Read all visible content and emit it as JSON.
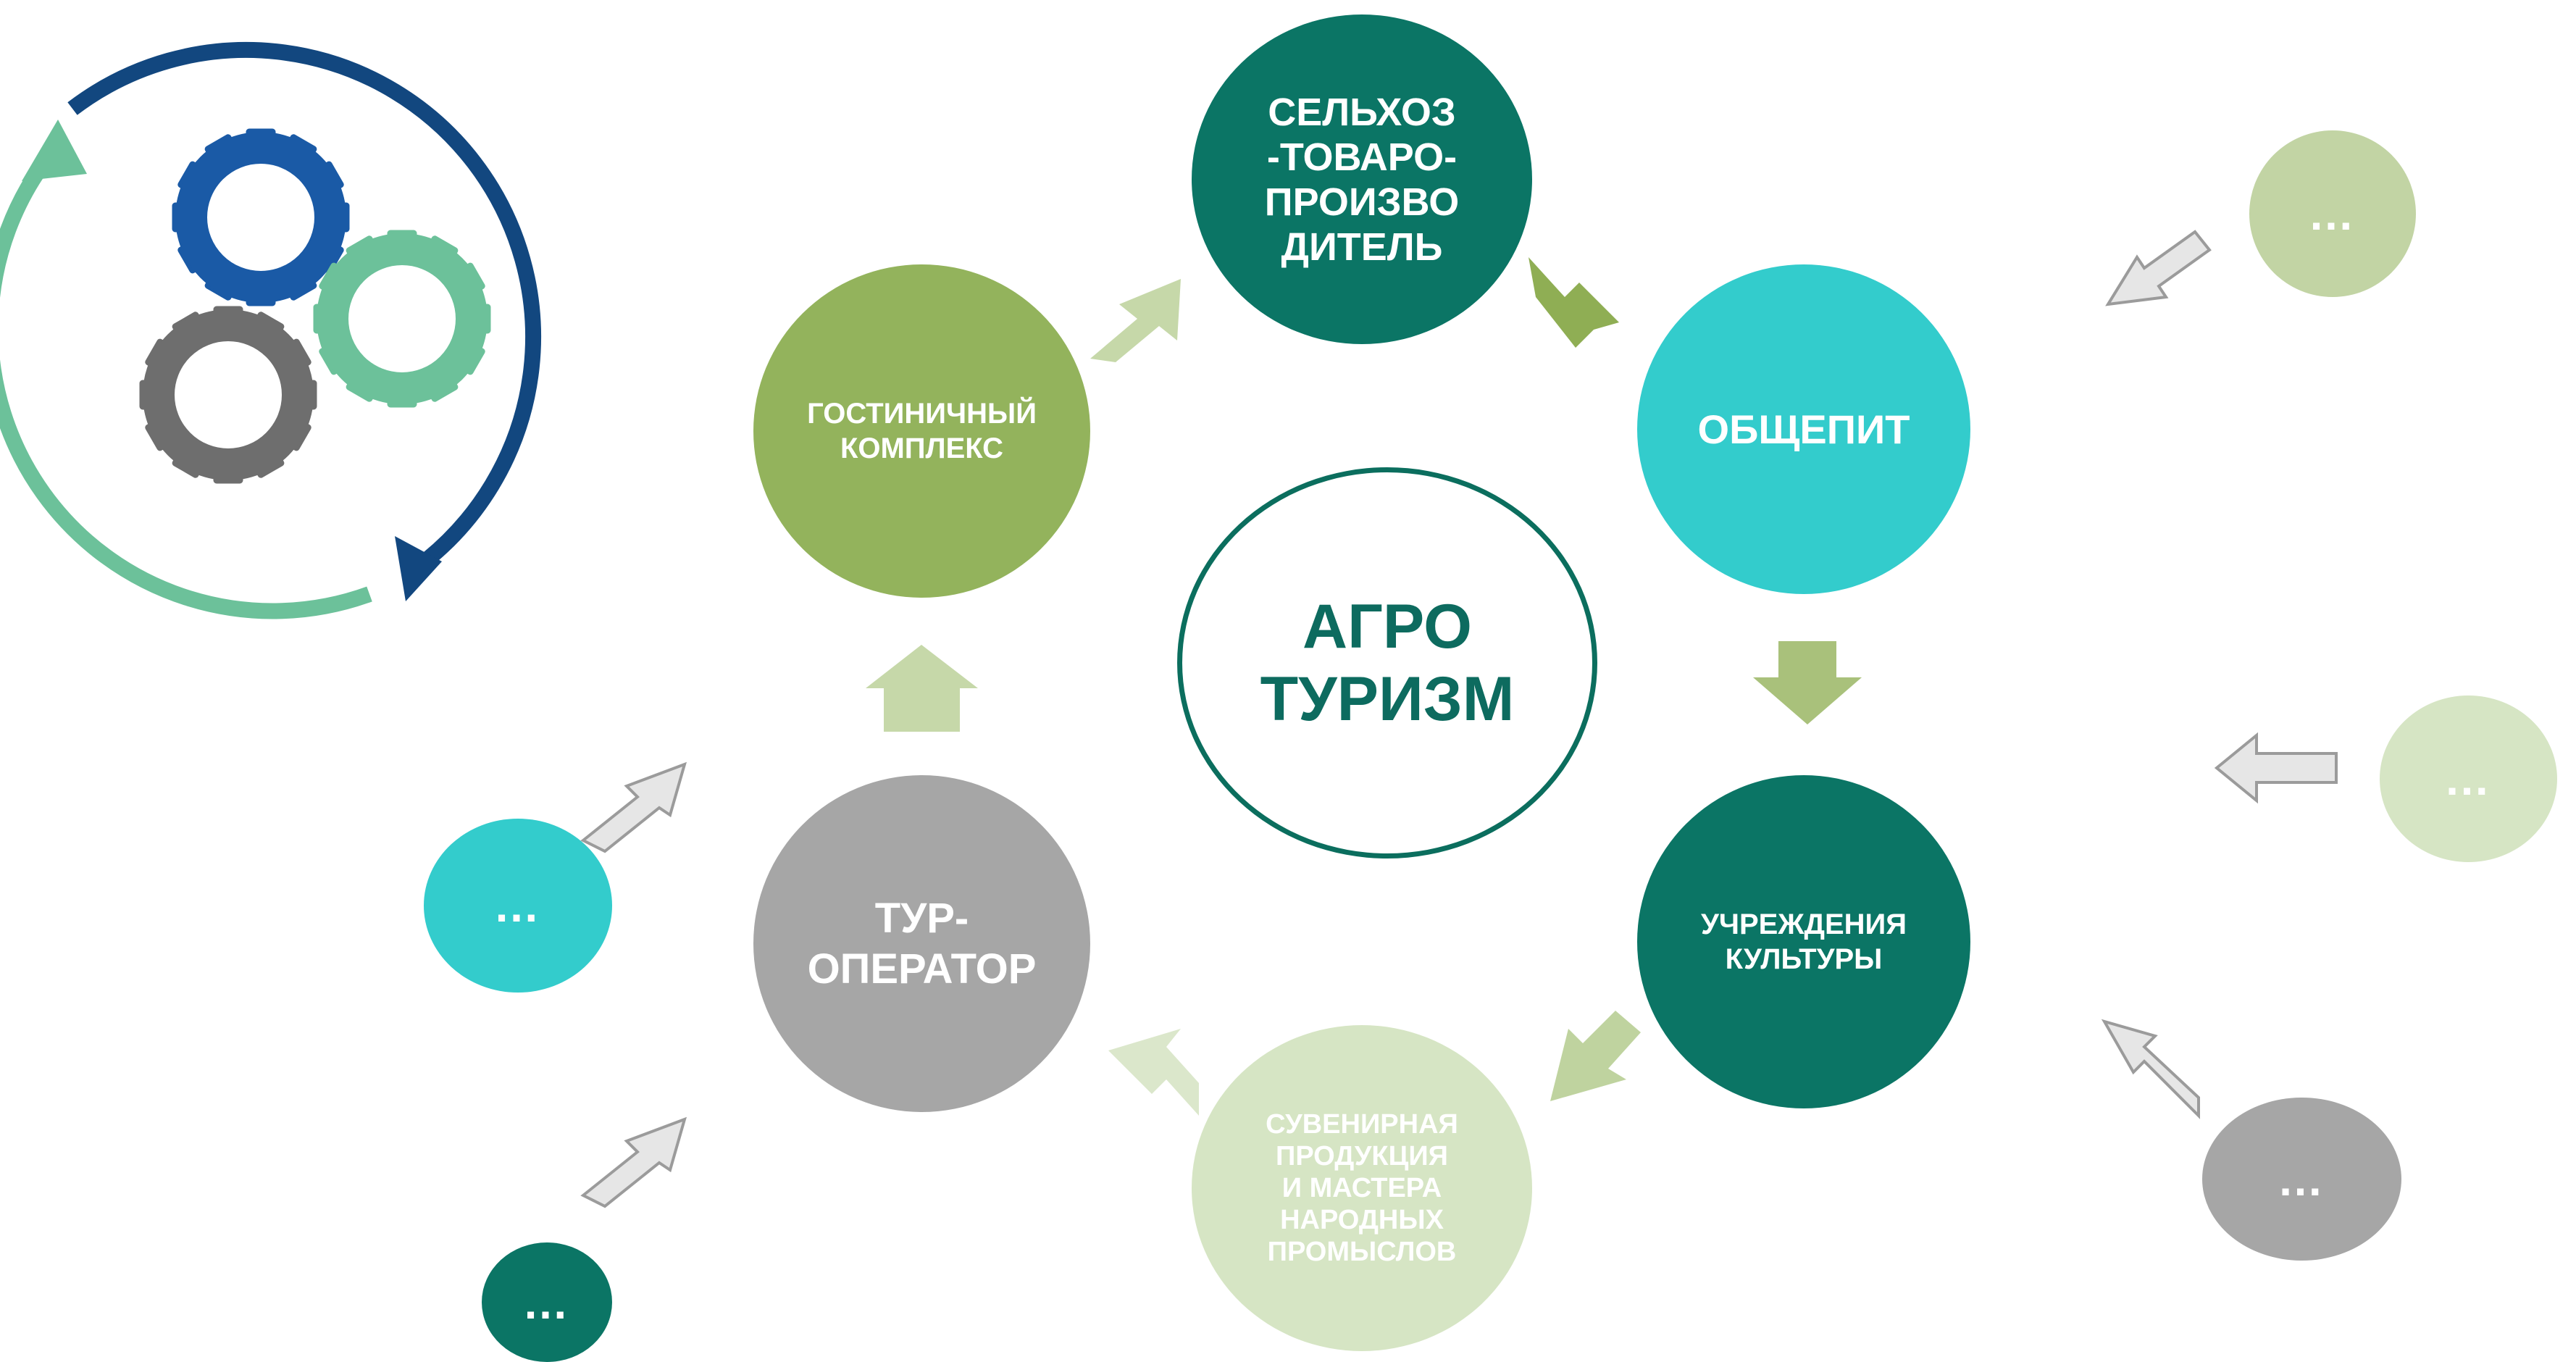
{
  "center": {
    "label": "АГРО\nТУРИЗМ",
    "color": "#0d6b5f",
    "border": "#0b6e5e"
  },
  "nodes": {
    "producer": {
      "label": "СЕЛЬХОЗ\n-ТОВАРО-\nПРОИЗВО\nДИТЕЛЬ",
      "color": "#0b7565"
    },
    "catering": {
      "label": "ОБЩЕПИТ",
      "color": "#33cccc"
    },
    "culture": {
      "label": "УЧРЕЖДЕНИЯ\nКУЛЬТУРЫ",
      "color": "#0b7565"
    },
    "souvenirs": {
      "label": "СУВЕНИРНАЯ\nПРОДУКЦИЯ\nИ МАСТЕРА\nНАРОДНЫХ\nПРОМЫСЛОВ",
      "color": "#d6e5c4"
    },
    "touroperator": {
      "label": "ТУР-\nОПЕРАТОР",
      "color": "#a6a6a6"
    },
    "hotel": {
      "label": "ГОСТИНИЧНЫЙ\nКОМПЛЕКС",
      "color": "#93b35c"
    }
  },
  "satellites": [
    {
      "id": "top-right",
      "label": "…",
      "color": "#c2d4a4"
    },
    {
      "id": "mid-right",
      "label": "…",
      "color": "#d6e5c4"
    },
    {
      "id": "bottom-right",
      "label": "…",
      "color": "#a6a6a6"
    },
    {
      "id": "left-teal",
      "label": "…",
      "color": "#33cccc"
    },
    {
      "id": "bottom-left",
      "label": "…",
      "color": "#0b7565"
    }
  ],
  "logo_icon": "gears-cycle-icon",
  "colors": {
    "cycle_arrow_dark": "#12477f",
    "cycle_arrow_light": "#6cc19a",
    "gear_blue": "#1a5aa6",
    "gear_green": "#6cc19a",
    "gear_gray": "#6e6e6e",
    "flow_arrow_dark": "#8fae54",
    "flow_arrow_mid": "#a9c17b",
    "flow_arrow_light": "#c6d8a9",
    "flow_arrow_pale": "#dbe7cb",
    "gray_arrow": "#e6e6e6",
    "gray_arrow_stroke": "#9b9b9b"
  }
}
